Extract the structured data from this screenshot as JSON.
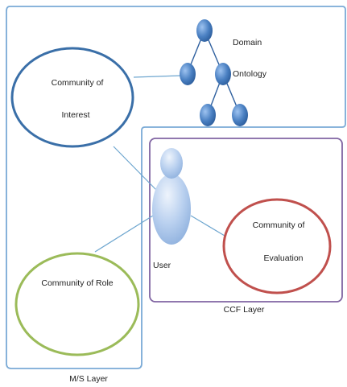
{
  "nodes": {
    "community_of_interest": {
      "line1": "Community of",
      "line2": "Interest",
      "stroke": "#3a6fa8"
    },
    "community_of_role": {
      "line1": "Community of Role",
      "stroke": "#9bbb59"
    },
    "community_of_evaluation": {
      "line1": "Community of",
      "line2": "Evaluation",
      "stroke": "#c0504d"
    },
    "user": {
      "label": "User"
    },
    "domain_ontology": {
      "line1": "Domain",
      "line2": "Ontology"
    }
  },
  "layers": {
    "ms_layer": {
      "label": "M/S Layer",
      "stroke": "#7aaad6"
    },
    "ccf_layer": {
      "label": "CCF Layer",
      "stroke": "#8064a2"
    }
  },
  "colors": {
    "connector": "#6ea6cf",
    "ontology_node": "#4a80c2",
    "user_fill": "#b5cdee"
  }
}
